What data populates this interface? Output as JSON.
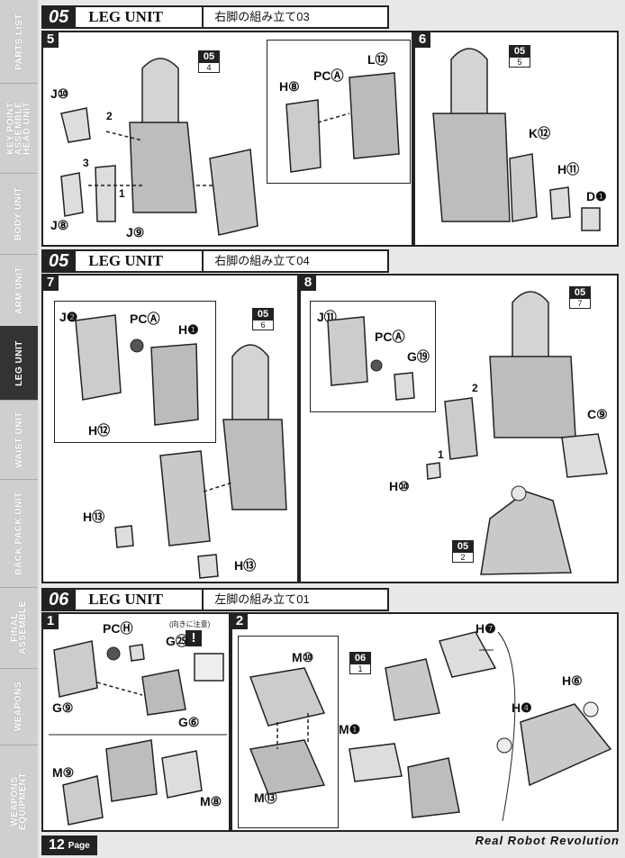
{
  "sidebar": [
    {
      "label": "PARTS LIST",
      "active": false
    },
    {
      "label": "KEY POINT\nASSEMBLE\nHEAD UNIT",
      "active": false
    },
    {
      "label": "BODY UNIT",
      "active": false
    },
    {
      "label": "ARM UNIT",
      "active": false
    },
    {
      "label": "LEG UNIT",
      "active": true
    },
    {
      "label": "WAIST UNIT",
      "active": false
    },
    {
      "label": "BACK PACK UNIT",
      "active": false
    },
    {
      "label": "FINAL\nASSEMBLE",
      "active": false
    },
    {
      "label": "WEAPONS",
      "active": false
    },
    {
      "label": "WEAPONS\nEQUIPMENT",
      "active": false
    }
  ],
  "sections": [
    {
      "num": "05",
      "title": "LEG UNIT",
      "subtitle": "右脚の組み立て03"
    },
    {
      "num": "05",
      "title": "LEG UNIT",
      "subtitle": "右脚の組み立て04"
    },
    {
      "num": "06",
      "title": "LEG UNIT",
      "subtitle": "左脚の組み立て01"
    }
  ],
  "steps": {
    "s5": {
      "no": "5",
      "tag": {
        "top": "05",
        "bottom": "4"
      },
      "parts": [
        "J⑩",
        "J⑧",
        "J⑨",
        "H⑧",
        "PCⒶ",
        "L⑫"
      ],
      "arrows": [
        "2",
        "3",
        "1"
      ]
    },
    "s6": {
      "no": "6",
      "tag": {
        "top": "05",
        "bottom": "5"
      },
      "parts": [
        "K⑫",
        "H⑪",
        "D❶"
      ]
    },
    "s7": {
      "no": "7",
      "tag": {
        "top": "05",
        "bottom": "6"
      },
      "parts": [
        "J❷",
        "PCⒶ",
        "H❶",
        "H⑫",
        "H⑬",
        "H⑬"
      ]
    },
    "s8": {
      "no": "8",
      "tag": {
        "top": "05",
        "bottom": "7"
      },
      "tag2": {
        "top": "05",
        "bottom": "2"
      },
      "parts": [
        "J⑪",
        "PCⒶ",
        "G⑲",
        "C⑨",
        "H⑩"
      ],
      "arrows": [
        "2",
        "1"
      ]
    },
    "s1": {
      "no": "1",
      "note": "(向きに注意)",
      "warn": "!",
      "parts": [
        "PCⒽ",
        "G㉕",
        "G⑨",
        "G⑥",
        "M⑨",
        "M⑧"
      ]
    },
    "s2": {
      "no": "2",
      "tag": {
        "top": "06",
        "bottom": "1"
      },
      "parts": [
        "M⑩",
        "M⑬",
        "M❶",
        "H❼",
        "H⑥",
        "H❹"
      ]
    }
  },
  "footer": {
    "page_num": "12",
    "page_word": "Page",
    "brand": "Real Robot Revolution"
  }
}
